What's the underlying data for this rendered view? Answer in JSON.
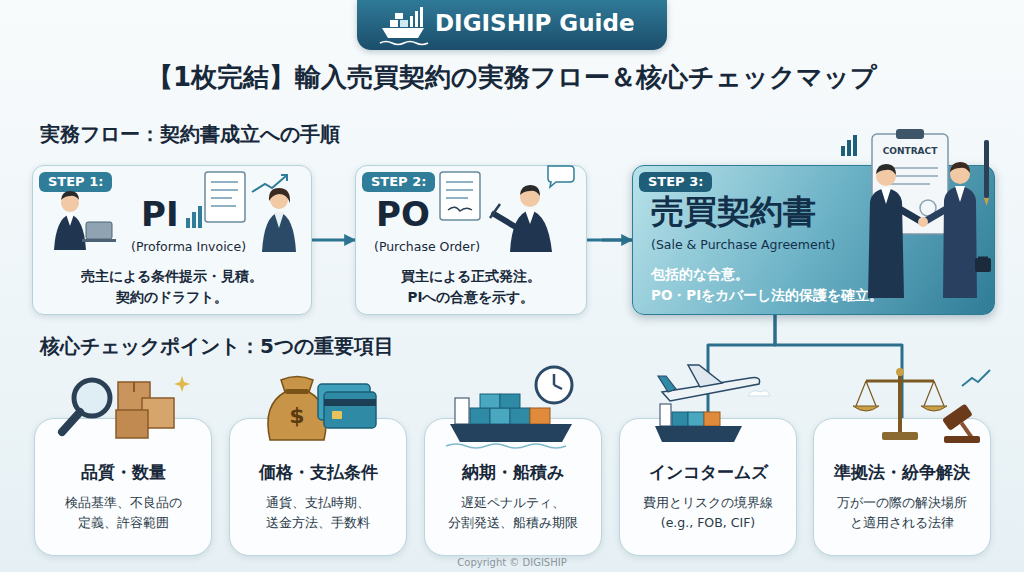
{
  "diagram": {
    "title": "【1枚完結】輸入売買契約の実務フロー＆核心チェックマップ",
    "nodes": [
      {
        "text": [
          "DIGISHIP Guide"
        ]
      },
      {
        "text": [
          "STEP 1:",
          "PI",
          "(Proforma Invoice)",
          "売主による条件提示・見積。 契約のドラフト。"
        ]
      },
      {
        "text": [
          "STEP 2:",
          "PO",
          "(Purchase Order)",
          "買主による正式発注。 PIへの合意を示す。"
        ]
      },
      {
        "text": [
          "STEP 3:",
          "売買契約書",
          "(Sale & Purchase Agreement)",
          "包括的な合意。 PO・PIをカバーし法的保護を確立。"
        ]
      },
      {
        "text": [
          "品質・数量",
          "検品基準、不良品の 定義、許容範囲"
        ]
      },
      {
        "text": [
          "価格・支払条件",
          "通貨、支払時期、 送金方法、手数料"
        ]
      },
      {
        "text": [
          "納期・船積み",
          "遅延ペナルティ、 分割発送、船積み期限"
        ]
      },
      {
        "text": [
          "インコタームズ",
          "費用とリスクの境界線 (e.g., FOB, CIF)"
        ]
      },
      {
        "text": [
          "準拠法・紛争解決",
          "万が一の際の解決場所 と適用される法律"
        ]
      }
    ],
    "edges": [
      {
        "from": 1,
        "to": 2,
        "arrow": "to"
      },
      {
        "from": 2,
        "to": 3,
        "arrow": "to"
      },
      {
        "from": 3,
        "to": 6,
        "arrow": "none"
      },
      {
        "from": 3,
        "to": 7,
        "arrow": "none"
      },
      {
        "from": 3,
        "to": 8,
        "arrow": "none"
      }
    ],
    "labels": [
      "実務フロー：契約書成立への手順",
      "核心チェックポイント：5つの重要項目",
      "CONTRACT",
      "$",
      "Copyright © DIGISHIP"
    ]
  }
}
